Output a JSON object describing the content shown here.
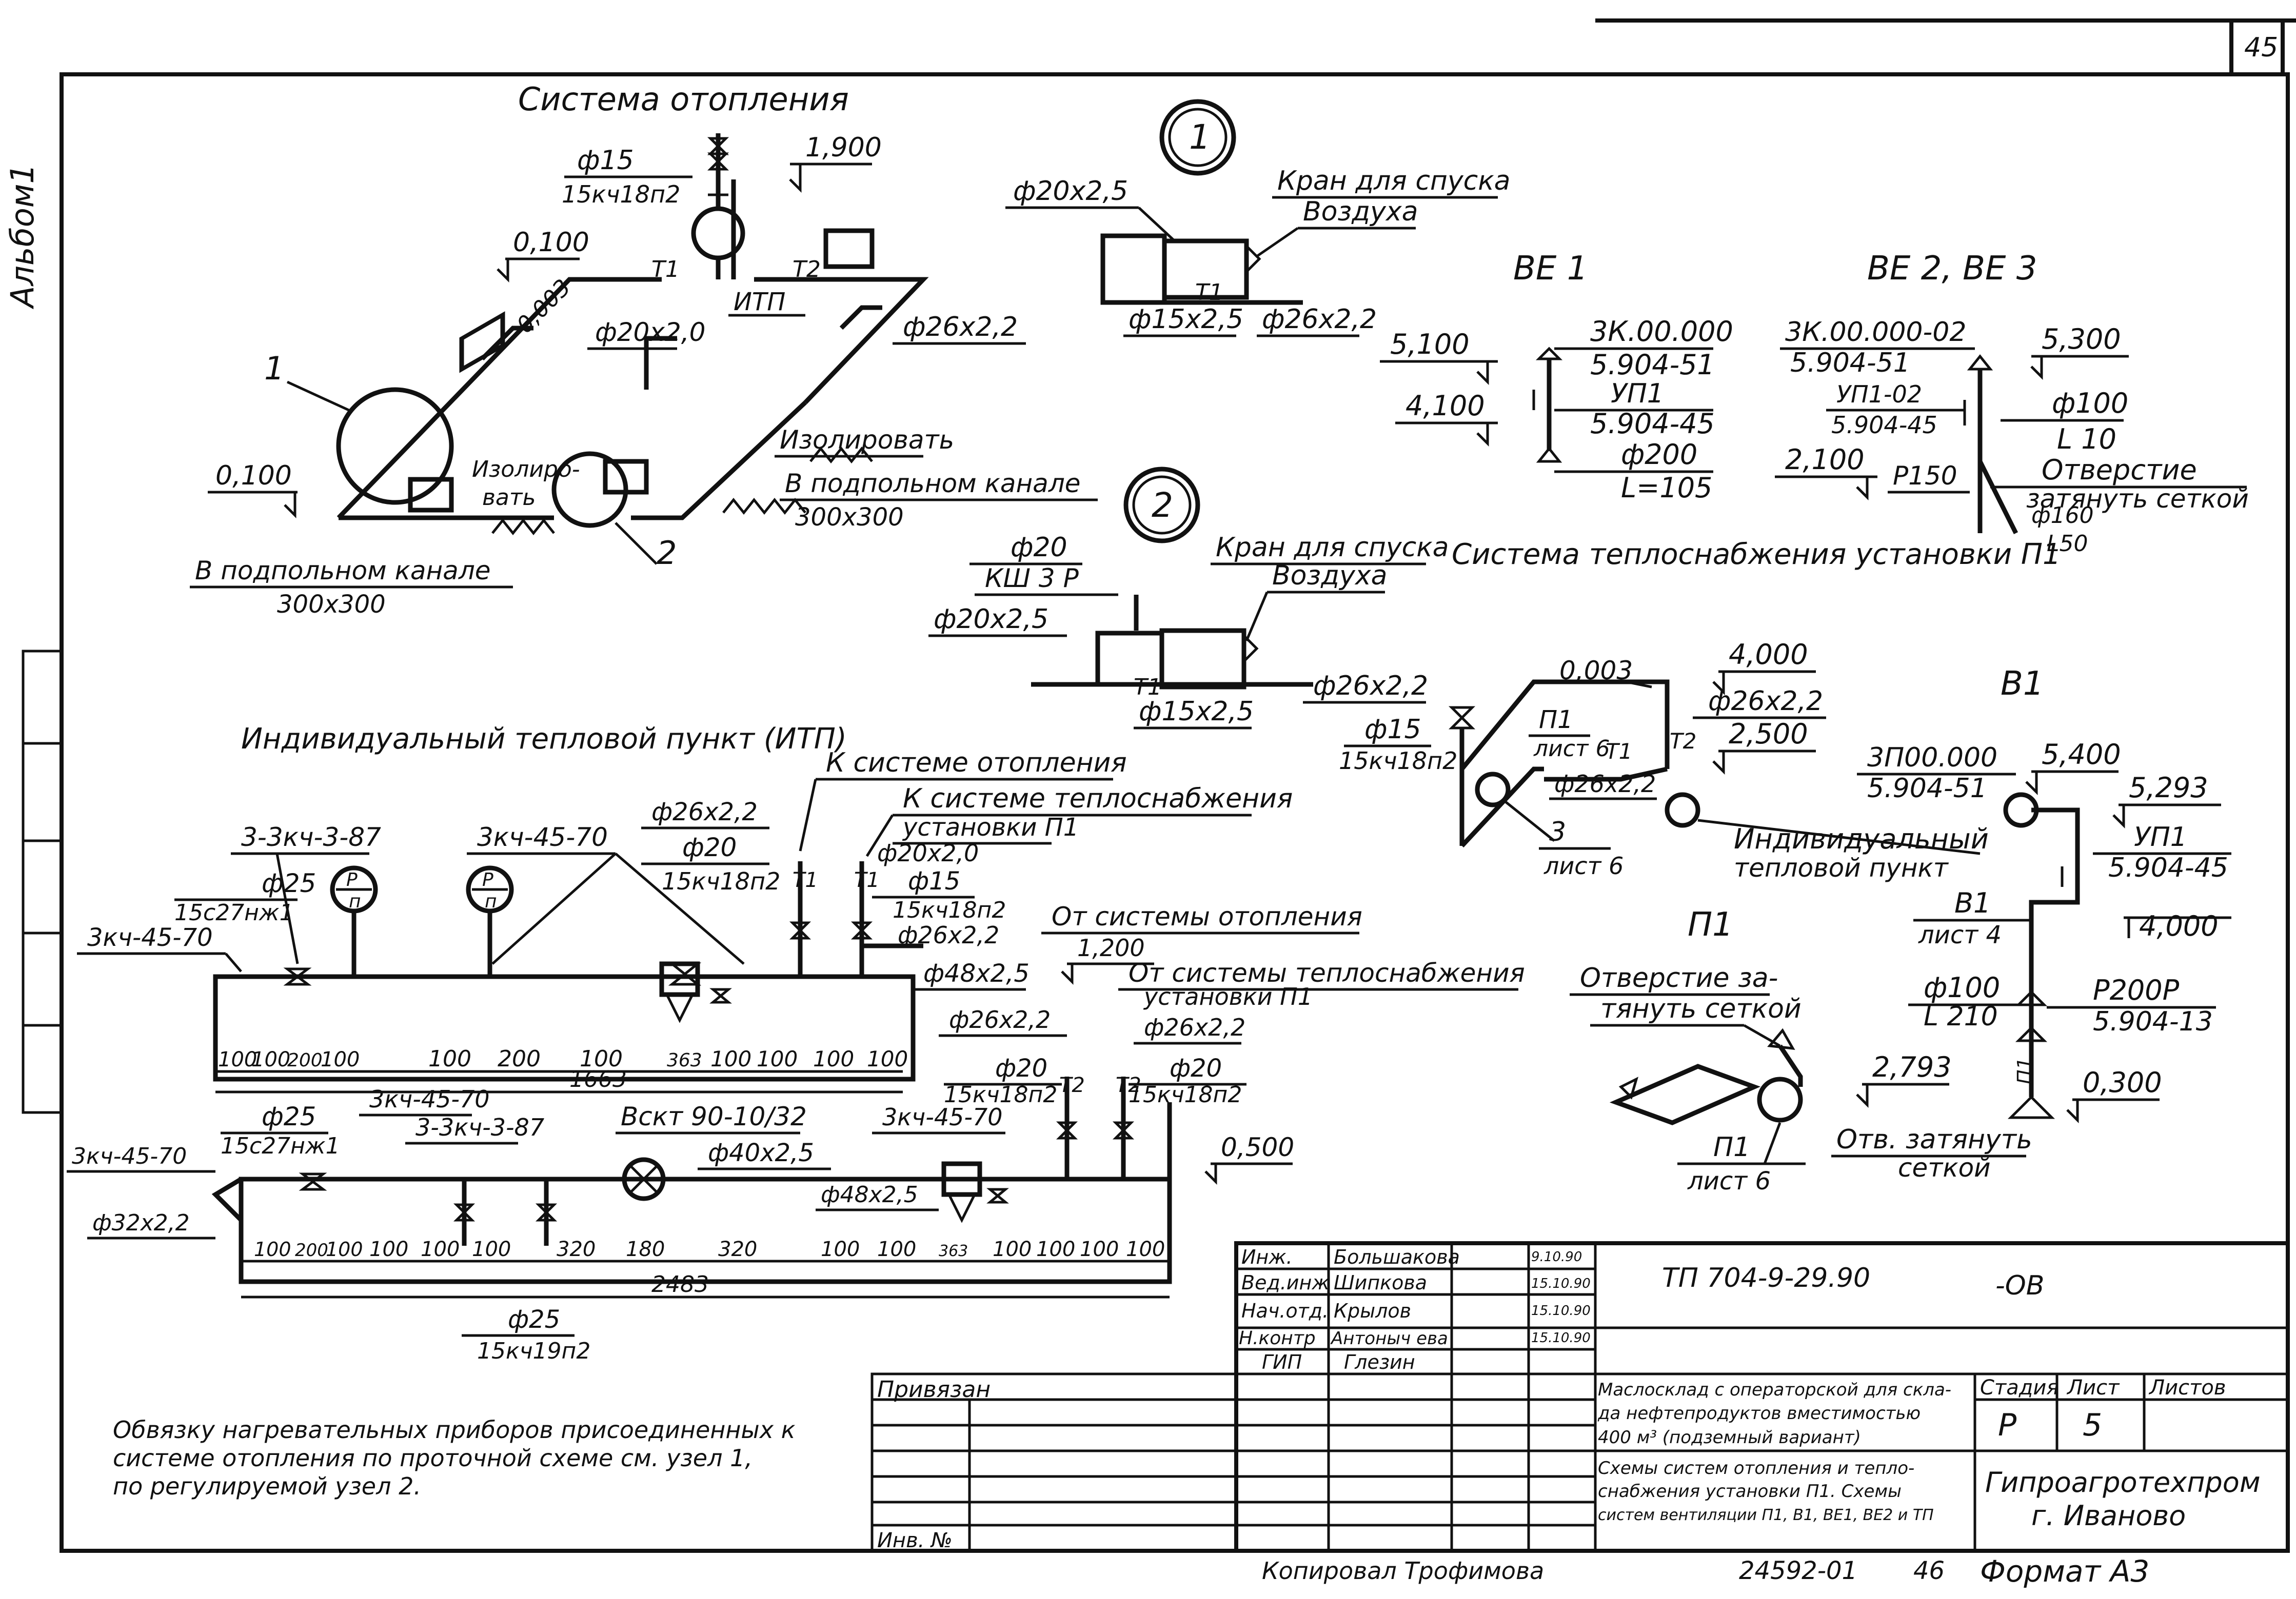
{
  "sheet": {
    "page_number": "45",
    "side_label": "Альбом1"
  },
  "heating": {
    "title": "Система отопления",
    "d15": "ф15",
    "valve15": "15кч18п2",
    "elev1900": "1,900",
    "elev0100top": "0,100",
    "slope": "0,003",
    "d20x20": "ф20х2,0",
    "t1": "Т1",
    "t2": "Т2",
    "itp": "ИТП",
    "d26x22": "ф26х2,2",
    "insulate": "Изолировать",
    "insulate2a": "Изолиро-",
    "insulate2b": "вать",
    "canal_right": "В подпольном канале",
    "canal_right_size": "300х300",
    "canal_left": "В подпольном канале",
    "canal_left_size": "300х300",
    "elev0100left": "0,100",
    "mark1": "1",
    "mark2": "2"
  },
  "node1": {
    "num": "1",
    "d20x25": "ф20х2,5",
    "crane1": "Кран для спуска",
    "crane2": "Воздуха",
    "d15x25": "ф15х2,5",
    "d26x22": "ф26х2,2",
    "t1": "Т1"
  },
  "node2": {
    "num": "2",
    "d20": "ф20",
    "ksh": "КШ 3 Р",
    "d20x25": "ф20х2,5",
    "crane1": "Кран для спуска",
    "crane2": "Воздуха",
    "d26x22": "ф26х2,2",
    "d15x25": "ф15х2,5",
    "t1": "Т1"
  },
  "be1": {
    "title": "ВЕ 1",
    "l1": "3К.00.000",
    "l2": "5.904-51",
    "l3": "УП1",
    "l4": "5.904-45",
    "l5": "ф200",
    "l6": "L=105",
    "e1": "5,100",
    "e2": "4,100"
  },
  "be2": {
    "title": "ВЕ 2, ВЕ 3",
    "l1": "3К.00.000-02",
    "l2": "5.904-51",
    "l3": "УП1-02",
    "l4": "5.904-45",
    "e1": "5,300",
    "l5": "ф100",
    "l6": "L 10",
    "e2": "2,100",
    "l7": "Р150",
    "l8": "Отверстие",
    "l9": "затянуть сеткой",
    "l10": "ф160",
    "l11": "L50"
  },
  "p1sys": {
    "title": "Система теплоснабжения установки П1",
    "slope": "0,003",
    "e1": "4,000",
    "d26": "ф26х2,2",
    "e2": "2,500",
    "d15": "ф15",
    "valve": "15кч18п2",
    "p1": "П1",
    "sheet6": "лист 6",
    "d26b": "ф26х2,2",
    "n3": "3",
    "sheet6b": "лист 6",
    "t1": "Т1",
    "t2": "Т2",
    "itp1": "Индивидуальный",
    "itp2": "тепловой пункт"
  },
  "b1": {
    "title": "В1",
    "l1": "3П00.000",
    "l2": "5.904-51",
    "e1": "5,400",
    "e2": "5,293",
    "l3": "УП1",
    "l4": "5.904-45",
    "e3": "4,000",
    "l5": "В1",
    "l6": "лист 4",
    "l7": "ф100",
    "l8": "L 210",
    "l9": "Р200Р",
    "l10": "5.904-13",
    "e4": "2,793",
    "e5": "0,300",
    "l11": "Отв. затянуть",
    "l12": "сеткой",
    "l13": "П1"
  },
  "p1": {
    "title": "П1",
    "l1": "Отверстие за-",
    "l2": "тянуть сеткой",
    "l3": "П1",
    "l4": "лист 6"
  },
  "itp": {
    "title": "Индивидуальный тепловой пункт (ИТП)",
    "to_heating": "К системе отопления",
    "to_supply1": "К системе теплоснабжения",
    "to_supply2": "установки П1",
    "v1": "3-3кч-3-87",
    "v2": "3кч-45-70",
    "d26": "ф26х2,2",
    "d20": "ф20",
    "valve20": "15кч18п2",
    "d20x20": "ф20х2,0",
    "d15": "ф15",
    "valve15": "15кч18п2",
    "d26b": "ф26х2,2",
    "d25": "ф25",
    "v15c": "15с27нж1",
    "v3": "3кч-45-70",
    "d48": "ф48х2,5",
    "from_heating": "От системы отопления",
    "e1200": "1,200",
    "from_supply1": "От системы теплоснабжения",
    "from_supply2": "установки П1",
    "d26c": "ф26х2,2",
    "d26d": "ф26х2,2",
    "d20c": "ф20",
    "valve20c": "15кч18п2",
    "d20d": "ф20",
    "valve20d": "15кч18п2",
    "pg_p": "Р",
    "pg_n": "п",
    "dims_top": [
      "100",
      "100",
      "200",
      "100",
      "100",
      "200",
      "100",
      "363",
      "100",
      "100",
      "100",
      "100"
    ],
    "total_top": "1663",
    "d25b": "ф25",
    "v15cb": "15с27нж1",
    "v4": "3кч-45-70",
    "v5": "3-3кч-3-87",
    "meter": "Вскт 90-10/32",
    "v6": "3кч-45-70",
    "d40": "ф40х2,5",
    "v7": "3кч-45-70",
    "d32": "ф32х2,2",
    "d48b": "ф48х2,5",
    "e0500": "0,500",
    "dims_bot": [
      "100",
      "200",
      "100",
      "100",
      "100",
      "100",
      "320",
      "180",
      "320",
      "100",
      "100",
      "363",
      "100",
      "100",
      "100",
      "100"
    ],
    "total_bot": "2483",
    "d25c": "ф25",
    "valve25": "15кч19п2",
    "t1": "Т1",
    "t2": "Т2"
  },
  "note": {
    "l1": "Обвязку нагревательных приборов присоединенных к",
    "l2": "системе отопления по проточной схеме см. узел 1,",
    "l3": "по регулируемой узел 2."
  },
  "stamp": {
    "roles": [
      "Инж.",
      "Вед.инж",
      "Нач.отд.",
      "Н.контр",
      "ГИП"
    ],
    "names": [
      "Большакова",
      "Шипкова",
      "Крылов",
      "Антоныч ева",
      "Глезин"
    ],
    "dates": [
      "9.10.90",
      "15.10.90",
      "15.10.90",
      "15.10.90",
      ""
    ],
    "code": "ТП 704-9-29.90",
    "suffix": "-ОВ",
    "linked": "Привязан",
    "inv": "Инв. №",
    "desc1": "Маслосклад с операторской для скла-",
    "desc2": "да нефтепродуктов вместимостью",
    "desc3": "400 м³ (подземный вариант)",
    "desc4": "Схемы систем отопления и тепло-",
    "desc5": "снабжения установки П1. Схемы",
    "desc6": "систем вентиляции П1, В1, ВЕ1, ВЕ2 и ТП",
    "stage_h": "Стадия",
    "sheet_h": "Лист",
    "sheets_h": "Листов",
    "stage": "Р",
    "sheet": "5",
    "org1": "Гипроагротехпром",
    "org2": "г. Иваново"
  },
  "footer": {
    "copied": "Копировал Трофимова",
    "num": "24592-01",
    "n46": "46",
    "format": "Формат А3"
  }
}
